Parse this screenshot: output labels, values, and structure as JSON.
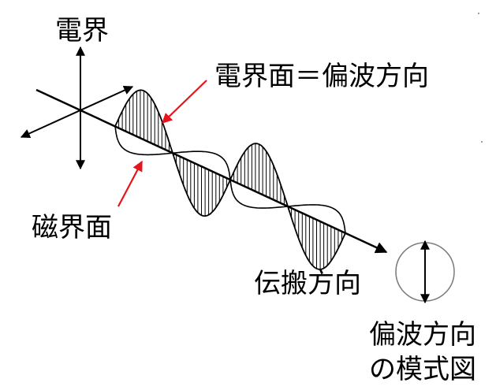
{
  "labels": {
    "electric_field": "電界",
    "electric_plane": "電界面＝偏波方向",
    "magnetic_plane": "磁界面",
    "propagation": "伝搬方向",
    "polarization_model_line1": "偏波方向",
    "polarization_model_line2": "の模式図"
  },
  "colors": {
    "line": "#000000",
    "annotation_arrow": "#e8141c",
    "circle_stroke": "#7a7a7a"
  }
}
